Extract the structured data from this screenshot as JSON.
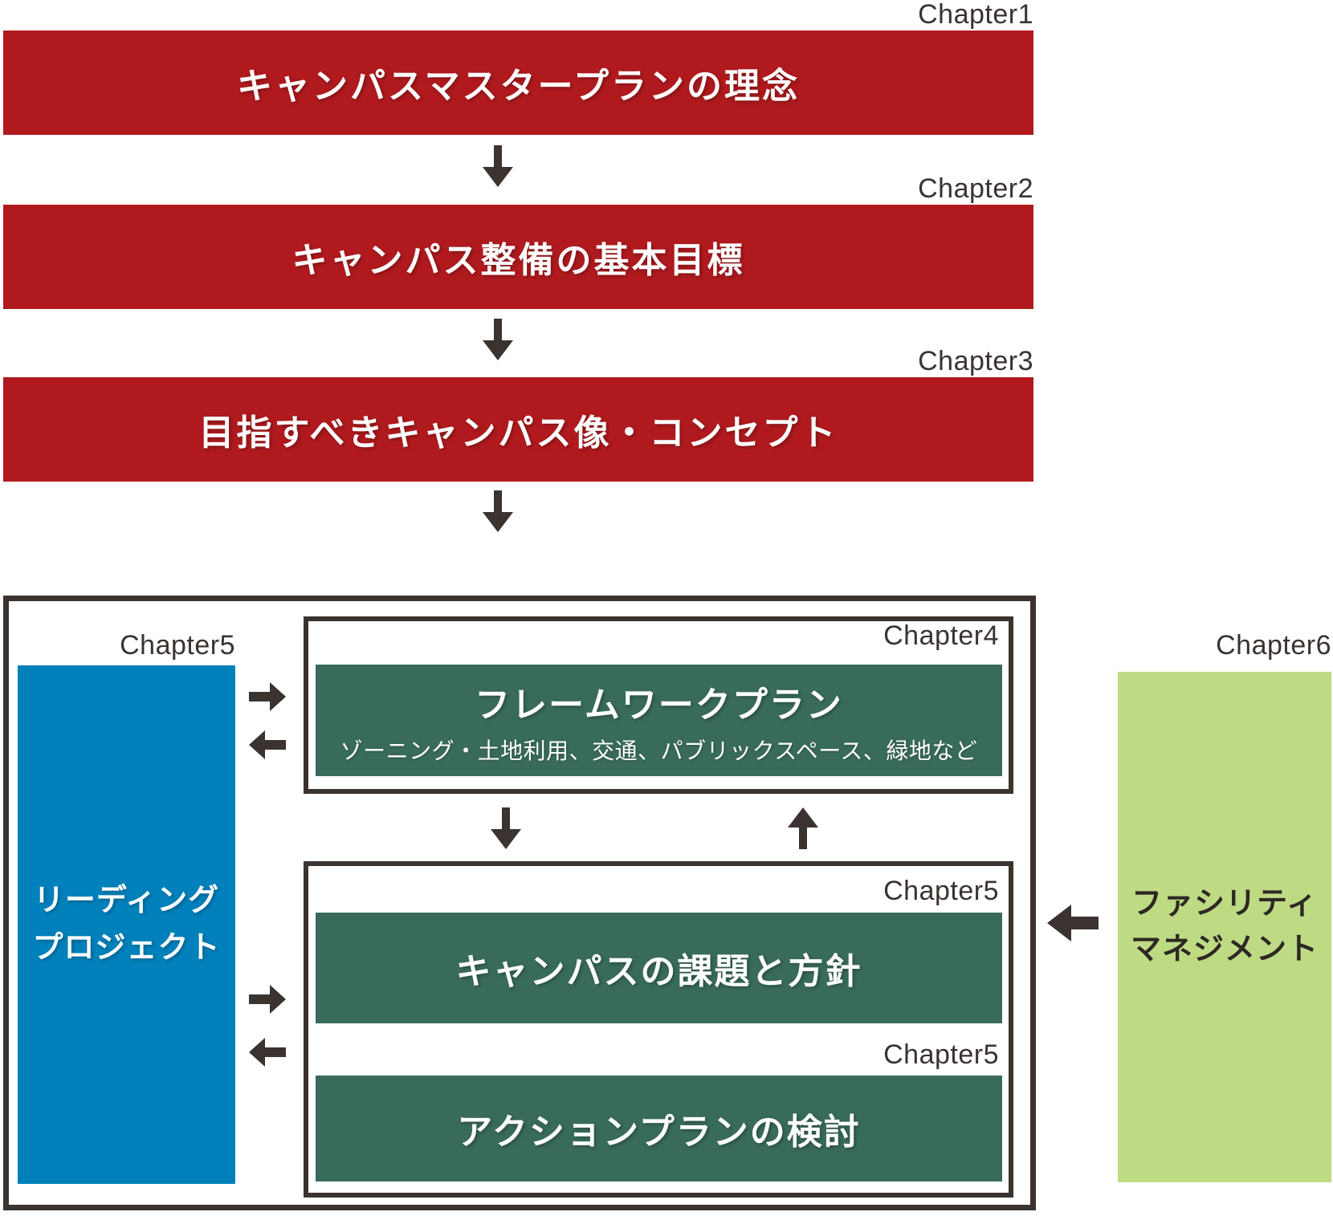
{
  "blocks": {
    "philosophy": {
      "chapter": "Chapter1",
      "title": "キャンパスマスタープランの理念"
    },
    "basic_goals": {
      "chapter": "Chapter2",
      "title": "キャンパス整備の基本目標"
    },
    "concept": {
      "chapter": "Chapter3",
      "title": "目指すべきキャンパス像・コンセプト"
    },
    "leading_project": {
      "chapter": "Chapter5",
      "line1": "リーディング",
      "line2": "プロジェクト"
    },
    "framework_plan": {
      "chapter": "Chapter4",
      "title": "フレームワークプラン",
      "subtitle": "ゾーニング・土地利用、交通、パブリックスペース、緑地など"
    },
    "issues_policy": {
      "chapter": "Chapter5",
      "title": "キャンパスの課題と方針"
    },
    "action_plan": {
      "chapter": "Chapter5",
      "title": "アクションプランの検討"
    },
    "facility_management": {
      "chapter": "Chapter6",
      "line1": "ファシリティ",
      "line2": "マネジメント"
    }
  },
  "colors": {
    "red": "#b01a1e",
    "dark_green": "#396b5c",
    "blue": "#0081bb",
    "light_green": "#bedb84",
    "dark": "#3a3330"
  }
}
